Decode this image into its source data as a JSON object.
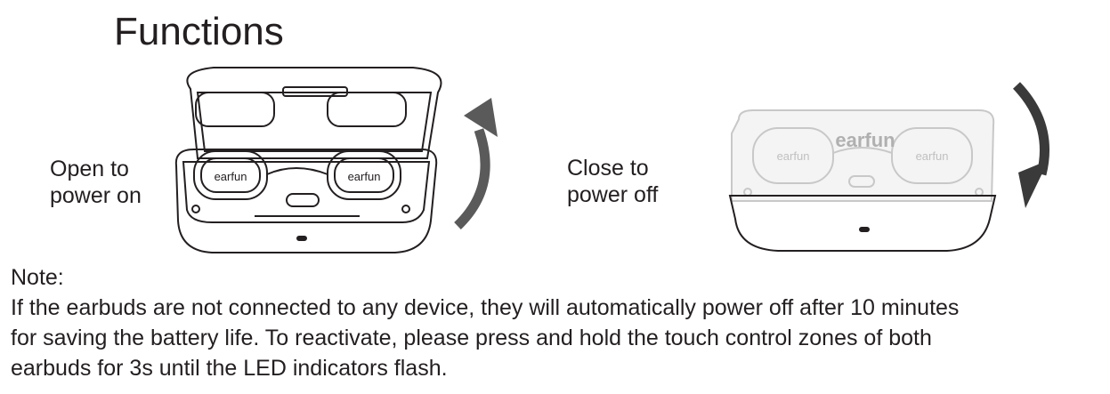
{
  "title": "Functions",
  "open": {
    "line1": "Open to",
    "line2": "power on"
  },
  "close": {
    "line1": "Close to",
    "line2": "power off"
  },
  "brand": "earfun",
  "note": {
    "label": "Note:",
    "line1": "If the earbuds are not connected to any device, they will automatically power off after 10 minutes",
    "line2": "for saving the battery life. To reactivate, please press and hold the touch control zones of both",
    "line3": "earbuds for 3s until the LED indicators flash."
  },
  "colors": {
    "text": "#231f20",
    "faded": "#c8c8c8",
    "arrow_dark": "#3a3a3a",
    "arrow_mid": "#5a5a5a"
  }
}
